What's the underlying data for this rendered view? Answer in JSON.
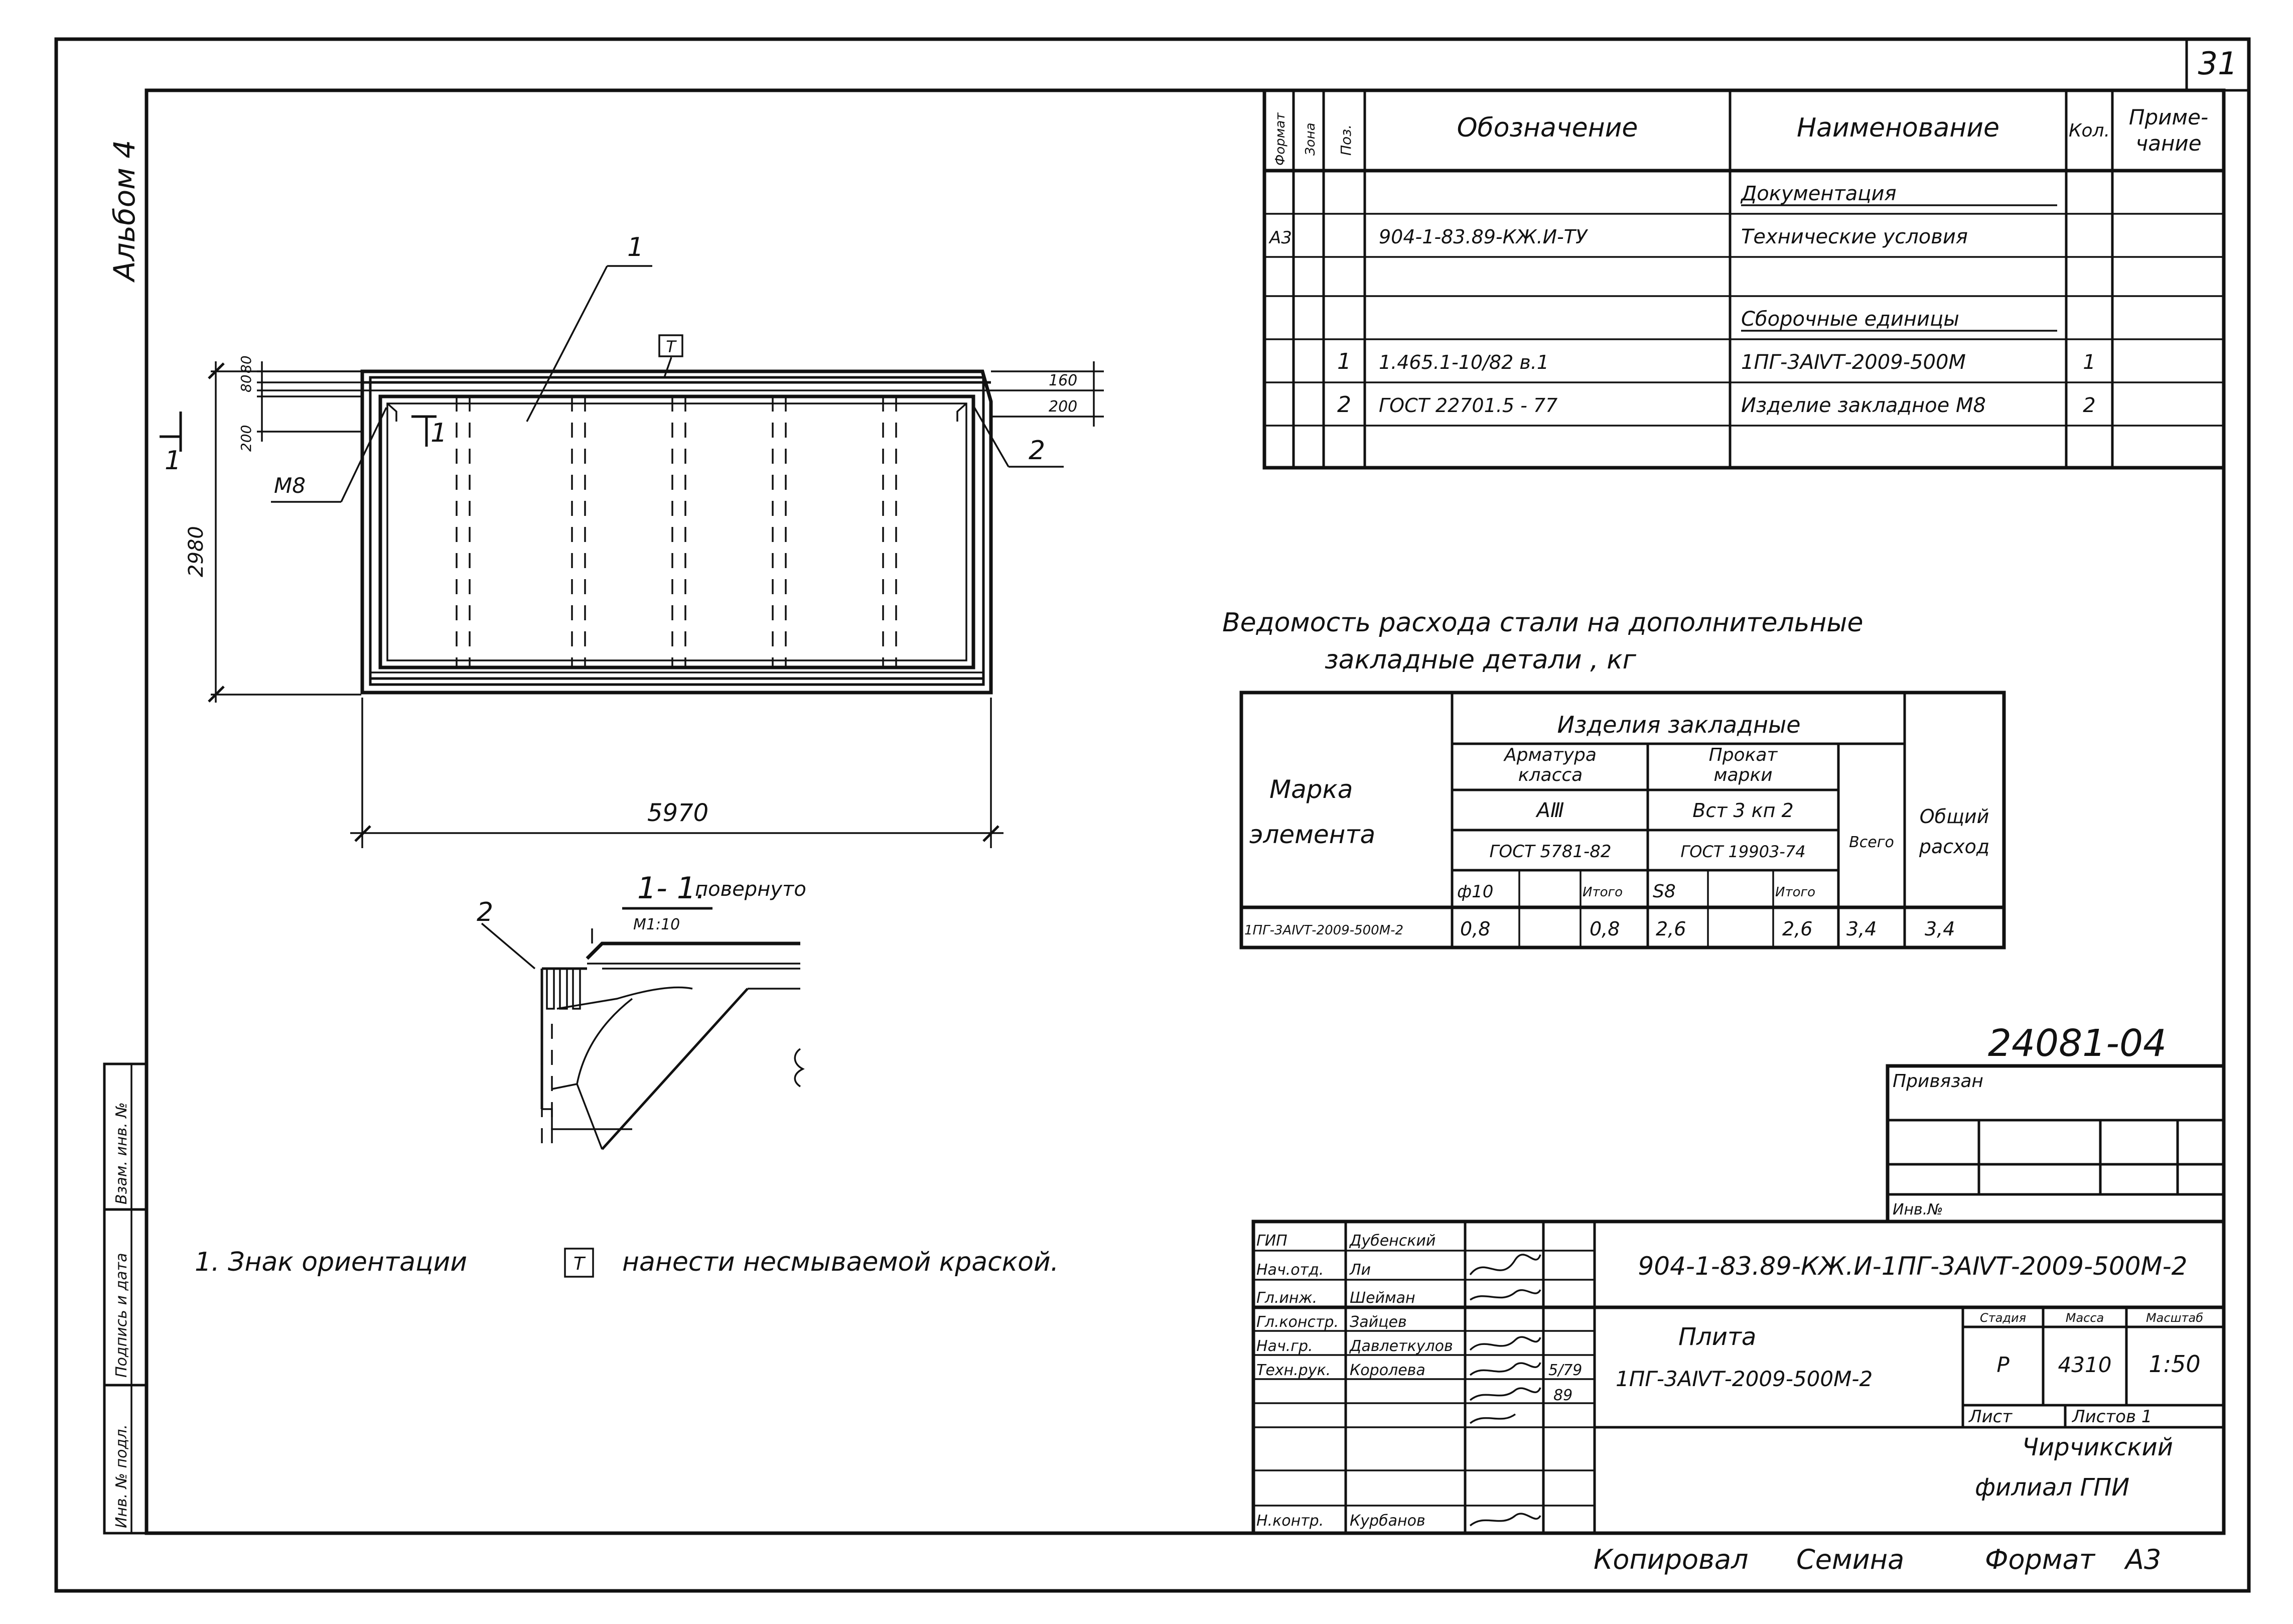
{
  "sheet": {
    "page_number": "31",
    "album": "Альбом 4",
    "project_code": "24081-04",
    "copied_by_label": "Копировал",
    "copied_by_name": "Семина",
    "format_label": "Формат",
    "format_value": "А3"
  },
  "spec_table": {
    "headers": {
      "format": "Формат",
      "zone": "Зона",
      "pos": "Поз.",
      "designation": "Обозначение",
      "name": "Наименование",
      "qty": "Кол.",
      "note_line1": "Приме-",
      "note_line2": "чание"
    },
    "rows": [
      {
        "format": "",
        "pos": "",
        "designation": "",
        "name": "Документация",
        "qty": "",
        "underline": true
      },
      {
        "format": "А3",
        "pos": "",
        "designation": "904-1-83.89-КЖ.И-ТУ",
        "name": "Технические условия",
        "qty": "",
        "underline": false
      },
      {
        "format": "",
        "pos": "",
        "designation": "",
        "name": "",
        "qty": "",
        "underline": false
      },
      {
        "format": "",
        "pos": "",
        "designation": "",
        "name": "Сборочные единицы",
        "qty": "",
        "underline": true
      },
      {
        "format": "",
        "pos": "1",
        "designation": "1.465.1-10/82   в.1",
        "name": "1ПГ-3АⅣТ-2009-500М",
        "qty": "1",
        "underline": false
      },
      {
        "format": "",
        "pos": "2",
        "designation": "ГОСТ 22701.5 - 77",
        "name": "Изделие закладное М8",
        "qty": "2",
        "underline": false
      },
      {
        "format": "",
        "pos": "",
        "designation": "",
        "name": "",
        "qty": "",
        "underline": false
      }
    ]
  },
  "plan": {
    "label_pos1": "1",
    "label_pos2": "2",
    "label_m8": "М8",
    "label_t": "Т",
    "section_mark_left": "1",
    "section_mark_inner": "1",
    "dim_width": "5970",
    "dim_height": "2980",
    "dims_left": [
      "200",
      "80",
      "80"
    ],
    "dims_right": [
      "160",
      "200"
    ]
  },
  "section": {
    "title": "1- 1.",
    "rotated": "повернуто",
    "scale": "М1:10",
    "label_pos2": "2"
  },
  "steel_statement": {
    "title_line1": "Ведомость расхода стали на дополнительные",
    "title_line2": "закладные детали , кг",
    "headers": {
      "mark_line1": "Марка",
      "mark_line2": "элемента",
      "embedded": "Изделия закладные",
      "rebar_line1": "Арматура",
      "rebar_line2": "класса",
      "rolled_line1": "Прокат",
      "rolled_line2": "марки",
      "rebar_class": "АⅢ",
      "rolled_grade": "Вст 3 кп 2",
      "rebar_gost": "ГОСТ 5781-82",
      "rolled_gost": "ГОСТ 19903-74",
      "total": "Всего",
      "overall_line1": "Общий",
      "overall_line2": "расход",
      "d10": "ф10",
      "itogo1": "Итого",
      "s8": "S8",
      "itogo2": "Итого"
    },
    "row": {
      "mark": "1ПГ-3АⅣТ-2009-500М-2",
      "d10": "0,8",
      "itogo1": "0,8",
      "s8": "2,6",
      "itogo2": "2,6",
      "total": "3,4",
      "overall": "3,4"
    }
  },
  "note": {
    "text_before": "1. Знак   ориентации",
    "sign": "Т",
    "text_after": "нанести   несмываемой   краской."
  },
  "binding_block": {
    "label": "Привязан",
    "inv_label": "Инв.№"
  },
  "left_strip": {
    "labels": [
      "Взам. инв. №",
      "Подпись и дата",
      "Инв. № подл."
    ]
  },
  "title_block": {
    "code": "904-1-83.89-КЖ.И-1ПГ-3АⅣТ-2009-500М-2",
    "object_name": "Плита",
    "object_mark": "1ПГ-3АⅣТ-2009-500М-2",
    "stage_label": "Стадия",
    "mass_label": "Масса",
    "scale_label": "Масштаб",
    "stage": "Р",
    "mass": "4310",
    "scale": "1:50",
    "sheet_label": "Лист",
    "sheets_label": "Листов 1",
    "org_line1": "Чирчикский",
    "org_line2": "филиал ГПИ",
    "staff": [
      {
        "role": "ГИП",
        "name": "Дубенский"
      },
      {
        "role": "Нач.отд.",
        "name": "Ли"
      },
      {
        "role": "Гл.инж.",
        "name": "Шейман"
      },
      {
        "role": "Гл.констр.",
        "name": "Зайцев"
      },
      {
        "role": "Нач.гр.",
        "name": "Давлеткулов"
      },
      {
        "role": "Техн.рук.",
        "name": "Королева"
      },
      {
        "role": "",
        "name": ""
      },
      {
        "role": "Н.контр.",
        "name": "Курбанов"
      }
    ],
    "date1": "5/79",
    "date2": "89"
  }
}
